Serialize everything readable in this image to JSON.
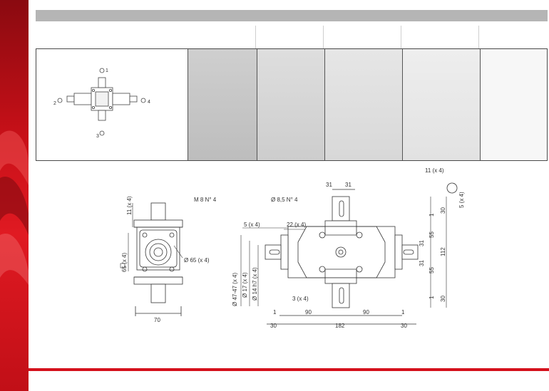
{
  "theme": {
    "brand_red": "#d4111c",
    "header_gray": "#b5b5b5"
  },
  "thumbnail": {
    "label_top": "1",
    "label_left": "2",
    "label_right": "4",
    "label_bottom": "3"
  },
  "drawing": {
    "left_view": {
      "dim_top_bolt": "11 (x 4)",
      "dim_square": "65 (x 4)",
      "dim_pcd": "Ø 65 (x 4)",
      "dim_width": "70"
    },
    "right_view": {
      "thread_label": "M 8 N° 4",
      "hole_label": "Ø 8,5 N° 4",
      "dim_31_a": "31",
      "dim_31_b": "31",
      "dim_5x4": "5 (x 4)",
      "dim_22x4": "22 (x 4)",
      "dim_phi47": "Ø 47-47 (x 4)",
      "dim_phi17": "Ø 17 (x 4)",
      "dim_phi14": "Ø 14 h7 (x 4)",
      "dim_3x4": "3 (x 4)",
      "dim_1_left": "1",
      "dim_90_left": "90",
      "dim_90_right": "90",
      "dim_1_right": "1",
      "dim_30_left": "30",
      "dim_182": "182",
      "dim_30_right": "30",
      "dim_key_11": "11 (x 4)",
      "dim_key_5": "5 (x 4)",
      "dim_v_1_top": "1",
      "dim_v_30_top": "30",
      "dim_v_55_top": "55",
      "dim_v_31_top": "31",
      "dim_v_112": "112",
      "dim_v_31_bot": "31",
      "dim_v_55_bot": "55",
      "dim_v_1_bot": "1",
      "dim_v_30_bot": "30"
    }
  }
}
